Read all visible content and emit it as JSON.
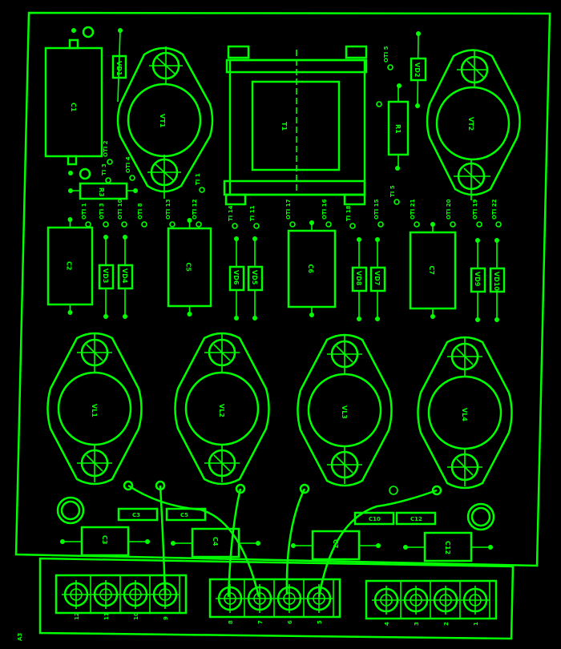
{
  "title": "PCB component layout",
  "colors": {
    "background": "#000000",
    "trace": "#00ff00"
  },
  "components": {
    "c1": "C1",
    "vd1": "VD1",
    "vt1": "VT1",
    "t1": "T1",
    "r1": "R1",
    "vd2": "VD2",
    "vt2": "VT2",
    "r3": "R3",
    "c2": "C2",
    "vd3": "VD3",
    "vd4": "VD4",
    "c5": "C5",
    "vd6": "VD6",
    "vd5": "VD5",
    "c6": "C6",
    "vd8": "VD8",
    "vd7": "VD7",
    "c7": "C7",
    "vd9": "VD9",
    "vd10": "VD10",
    "vl1": "VL1",
    "vl2": "VL2",
    "vl3": "VL3",
    "vl4": "VL4",
    "r_a": "C3",
    "r_b": "C5",
    "r_c": "C10",
    "r_d": "C12",
    "cap_a": "C3",
    "cap_b": "C4",
    "cap_c": "C7",
    "cap_d": "C12"
  },
  "test_points": [
    "OTI 2",
    "TI 3",
    "OTI 4",
    "TI 1",
    "OTI 1",
    "OTI 3",
    "OTI 10",
    "OTI 8",
    "OTI 13",
    "OTI 12",
    "TI 14",
    "TI 11",
    "OTI 17",
    "OTI 16",
    "TI 18",
    "OTI 15",
    "TI 5",
    "OTI 21",
    "OTI 20",
    "OTI 19",
    "OTI 22",
    "OTI 5"
  ],
  "terminals": [
    "12",
    "11",
    "10",
    "9",
    "8",
    "7",
    "6",
    "5",
    "4",
    "3",
    "2",
    "1"
  ],
  "corner_mark": "A3"
}
